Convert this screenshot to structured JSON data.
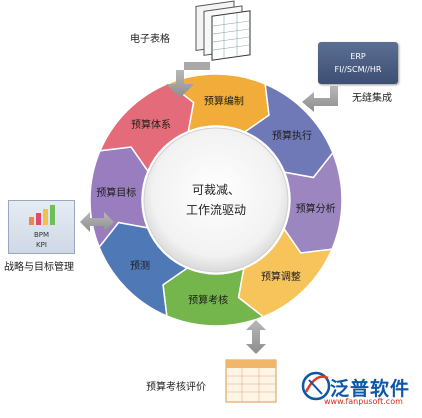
{
  "center": {
    "line1": "可裁减、",
    "line2": "工作流驱动"
  },
  "cycle_stages": [
    {
      "label": "预算编制",
      "color": "#f1ac3a"
    },
    {
      "label": "预算执行",
      "color": "#7079b8"
    },
    {
      "label": "预算分析",
      "color": "#9b86bf"
    },
    {
      "label": "预算调整",
      "color": "#f6c45a"
    },
    {
      "label": "预算考核",
      "color": "#74b64c"
    },
    {
      "label": "预测",
      "color": "#4f78b7"
    },
    {
      "label": "预算目标",
      "color": "#9a7dbf"
    },
    {
      "label": "预算体系",
      "color": "#e46c7a"
    }
  ],
  "external": {
    "spreadsheet": {
      "label": "电子表格",
      "icon": "spreadsheet-icon"
    },
    "erp": {
      "label": "无缝集成",
      "box_title": "ERP",
      "box_sub": "FI//SCM//HR"
    },
    "strategy": {
      "label": "战略与目标管理",
      "bpm": "BPM",
      "kpi": "KPI"
    },
    "evaluation": {
      "label": "预算考核评价"
    }
  },
  "brand": {
    "name": "泛普软件",
    "url": "www.fanpusoft.com"
  }
}
